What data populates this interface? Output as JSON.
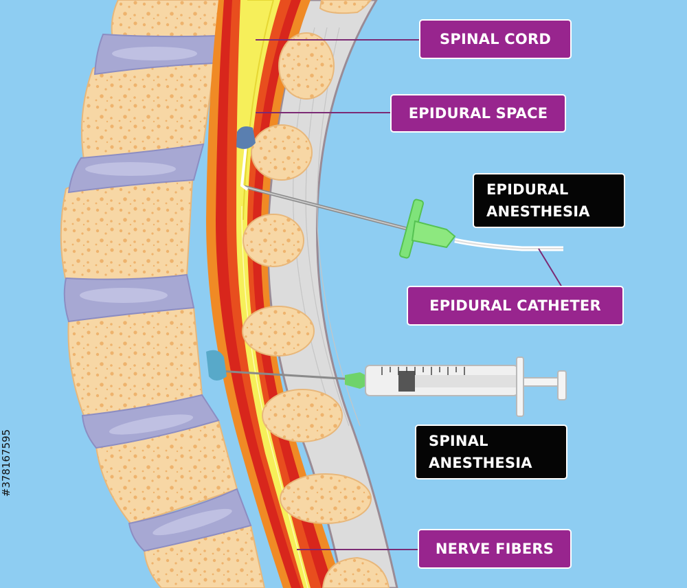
{
  "labels": {
    "spinal_cord": "SPINAL CORD",
    "epidural_space": "EPIDURAL SPACE",
    "epidural_anesthesia": "EPIDURAL\nANESTHESIA",
    "epidural_catheter": "EPIDURAL CATHETER",
    "spinal_anesthesia": "SPINAL\nANESTHESIA",
    "nerve_fibers": "NERVE FIBERS"
  },
  "watermark_id": "#378167595",
  "colors": {
    "background": "#8ecdf2",
    "label_purple": "#98258e",
    "label_black": "#050505",
    "bone": "#f7d7a5",
    "disc": "#a9a9d4",
    "dura_red": "#d8261c",
    "cord_yellow": "#f6ef5a",
    "ligament_gray": "#dcdcdc"
  }
}
